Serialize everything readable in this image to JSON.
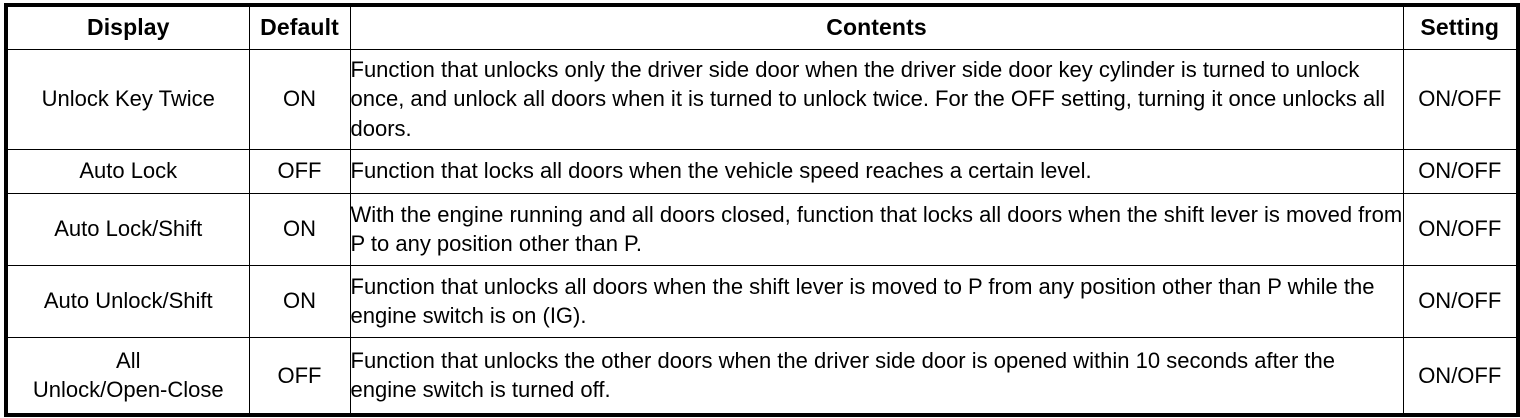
{
  "table": {
    "headers": {
      "display": "Display",
      "default": "Default",
      "contents": "Contents",
      "setting": "Setting"
    },
    "rows": [
      {
        "display": "Unlock Key Twice",
        "default": "ON",
        "contents": "Function that unlocks only the driver side door when the driver side door key cylinder is turned to unlock once, and unlock all doors when it is turned to unlock twice. For the OFF setting, turning it once unlocks all doors.",
        "setting": "ON/OFF"
      },
      {
        "display": "Auto Lock",
        "default": "OFF",
        "contents": "Function that locks all doors when the vehicle speed reaches a certain level.",
        "setting": "ON/OFF"
      },
      {
        "display": "Auto Lock/Shift",
        "default": "ON",
        "contents": "With the engine running and all doors closed, function that locks all doors when the shift lever is moved from P to any position other than P.",
        "setting": "ON/OFF"
      },
      {
        "display": "Auto Unlock/Shift",
        "default": "ON",
        "contents": "Function that unlocks all doors when the shift lever is moved to P from any position other than P while the engine switch is on (IG).",
        "setting": "ON/OFF"
      },
      {
        "display": "All\nUnlock/Open-Close",
        "display_line1": "All",
        "display_line2": "Unlock/Open-Close",
        "default": "OFF",
        "contents": "Function that unlocks the other doors when the driver side door is opened within 10 seconds after the engine switch is turned off.",
        "setting": "ON/OFF"
      }
    ]
  },
  "colors": {
    "border": "#000000",
    "text": "#000000",
    "background": "#ffffff"
  }
}
